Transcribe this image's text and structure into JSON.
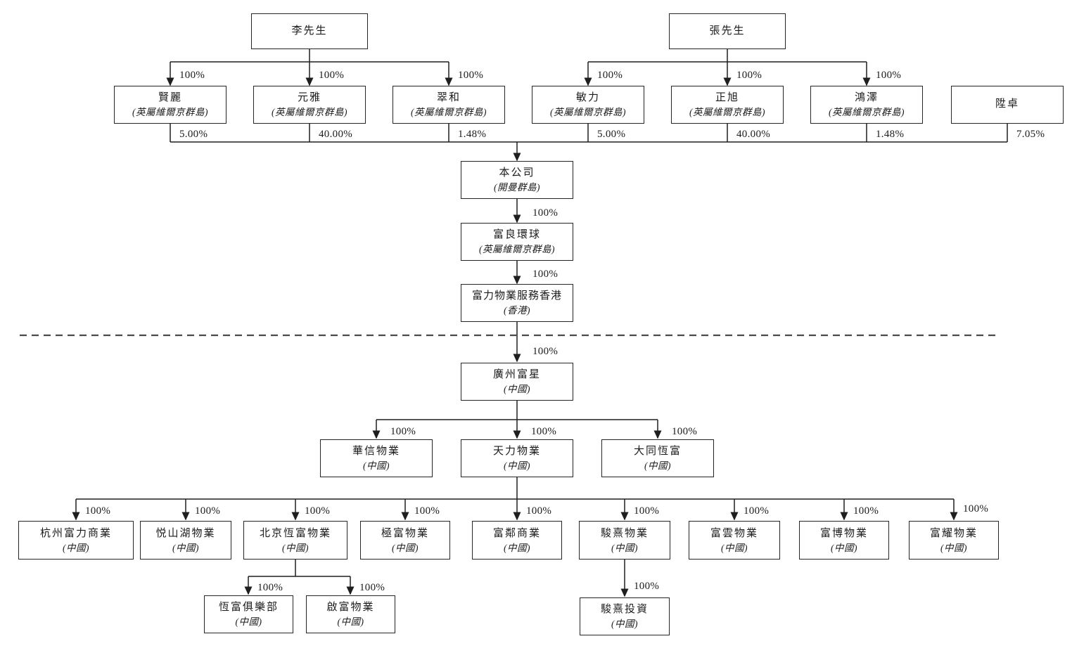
{
  "nodes": [
    {
      "id": "mr-li",
      "name": "李先生"
    },
    {
      "id": "mr-zhang",
      "name": "張先生"
    },
    {
      "id": "xianli",
      "name": "賢麗",
      "jurisdiction": "(英屬維爾京群島)"
    },
    {
      "id": "yuanya",
      "name": "元雅",
      "jurisdiction": "(英屬維爾京群島)"
    },
    {
      "id": "cuihe",
      "name": "翠和",
      "jurisdiction": "(英屬維爾京群島)"
    },
    {
      "id": "minli",
      "name": "敏力",
      "jurisdiction": "(英屬維爾京群島)"
    },
    {
      "id": "zhengxu",
      "name": "正旭",
      "jurisdiction": "(英屬維爾京群島)"
    },
    {
      "id": "hongze",
      "name": "鴻澤",
      "jurisdiction": "(英屬維爾京群島)"
    },
    {
      "id": "shengzhuo",
      "name": "陞卓"
    },
    {
      "id": "the-company",
      "name": "本公司",
      "jurisdiction": "(開曼群島)"
    },
    {
      "id": "fuliang-global",
      "name": "富良環球",
      "jurisdiction": "(英屬維爾京群島)"
    },
    {
      "id": "rf-property-services-hk",
      "name": "富力物業服務香港",
      "jurisdiction": "(香港)"
    },
    {
      "id": "guangzhou-fuxing",
      "name": "廣州富星",
      "jurisdiction": "(中國)"
    },
    {
      "id": "huaxin-property",
      "name": "華信物業",
      "jurisdiction": "(中國)"
    },
    {
      "id": "tianli-property",
      "name": "天力物業",
      "jurisdiction": "(中國)"
    },
    {
      "id": "datong-hengfu",
      "name": "大同恆富",
      "jurisdiction": "(中國)"
    },
    {
      "id": "hangzhou-rf-commercial",
      "name": "杭州富力商業",
      "jurisdiction": "(中國)"
    },
    {
      "id": "yueshanhu-property",
      "name": "悦山湖物業",
      "jurisdiction": "(中國)"
    },
    {
      "id": "beijing-hengfu-property",
      "name": "北京恆富物業",
      "jurisdiction": "(中國)"
    },
    {
      "id": "jifu-property",
      "name": "極富物業",
      "jurisdiction": "(中國)"
    },
    {
      "id": "fulin-commercial",
      "name": "富鄰商業",
      "jurisdiction": "(中國)"
    },
    {
      "id": "junxi-property",
      "name": "駿熹物業",
      "jurisdiction": "(中國)"
    },
    {
      "id": "fuyun-property",
      "name": "富雲物業",
      "jurisdiction": "(中國)"
    },
    {
      "id": "fubo-property",
      "name": "富博物業",
      "jurisdiction": "(中國)"
    },
    {
      "id": "fuyao-property",
      "name": "富耀物業",
      "jurisdiction": "(中國)"
    },
    {
      "id": "hengfu-club",
      "name": "恆富俱樂部",
      "jurisdiction": "(中國)"
    },
    {
      "id": "qifu-property",
      "name": "啟富物業",
      "jurisdiction": "(中國)"
    },
    {
      "id": "junxi-investment",
      "name": "駿熹投資",
      "jurisdiction": "(中國)"
    }
  ],
  "edges": [
    {
      "from": "李先生",
      "to": "賢麗",
      "label": "100%"
    },
    {
      "from": "李先生",
      "to": "元雅",
      "label": "100%"
    },
    {
      "from": "李先生",
      "to": "翠和",
      "label": "100%"
    },
    {
      "from": "張先生",
      "to": "敏力",
      "label": "100%"
    },
    {
      "from": "張先生",
      "to": "正旭",
      "label": "100%"
    },
    {
      "from": "張先生",
      "to": "鴻澤",
      "label": "100%"
    },
    {
      "from": "賢麗",
      "to": "本公司",
      "label": "5.00%"
    },
    {
      "from": "元雅",
      "to": "本公司",
      "label": "40.00%"
    },
    {
      "from": "翠和",
      "to": "本公司",
      "label": "1.48%"
    },
    {
      "from": "敏力",
      "to": "本公司",
      "label": "5.00%"
    },
    {
      "from": "正旭",
      "to": "本公司",
      "label": "40.00%"
    },
    {
      "from": "鴻澤",
      "to": "本公司",
      "label": "1.48%"
    },
    {
      "from": "陞卓",
      "to": "本公司",
      "label": "7.05%"
    },
    {
      "from": "本公司",
      "to": "富良環球",
      "label": "100%"
    },
    {
      "from": "富良環球",
      "to": "富力物業服務香港",
      "label": "100%"
    },
    {
      "from": "富力物業服務香港",
      "to": "廣州富星",
      "label": "100%"
    },
    {
      "from": "廣州富星",
      "to": "華信物業",
      "label": "100%"
    },
    {
      "from": "廣州富星",
      "to": "天力物業",
      "label": "100%"
    },
    {
      "from": "廣州富星",
      "to": "大同恆富",
      "label": "100%"
    },
    {
      "from": "天力物業",
      "to": "杭州富力商業",
      "label": "100%"
    },
    {
      "from": "天力物業",
      "to": "悦山湖物業",
      "label": "100%"
    },
    {
      "from": "天力物業",
      "to": "北京恆富物業",
      "label": "100%"
    },
    {
      "from": "天力物業",
      "to": "極富物業",
      "label": "100%"
    },
    {
      "from": "天力物業",
      "to": "富鄰商業",
      "label": "100%"
    },
    {
      "from": "天力物業",
      "to": "駿熹物業",
      "label": "100%"
    },
    {
      "from": "天力物業",
      "to": "富雲物業",
      "label": "100%"
    },
    {
      "from": "天力物業",
      "to": "富博物業",
      "label": "100%"
    },
    {
      "from": "天力物業",
      "to": "富耀物業",
      "label": "100%"
    },
    {
      "from": "北京恆富物業",
      "to": "恆富俱樂部",
      "label": "100%"
    },
    {
      "from": "北京恆富物業",
      "to": "啟富物業",
      "label": "100%"
    },
    {
      "from": "駿熹物業",
      "to": "駿熹投資",
      "label": "100%"
    }
  ]
}
